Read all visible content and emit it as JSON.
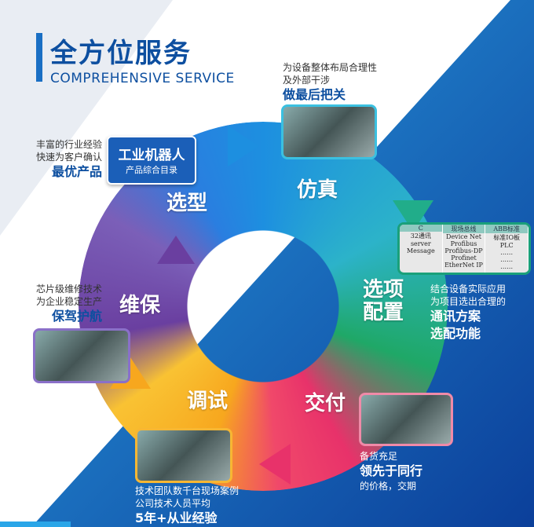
{
  "header": {
    "title": "全方位服务",
    "subtitle": "COMPREHENSIVE SERVICE"
  },
  "cycle": [
    {
      "label": "选型",
      "color": "#1d8fe0"
    },
    {
      "label": "仿真",
      "color": "#2cb3c9"
    },
    {
      "label": "选项\n配置",
      "color": "#1fa867"
    },
    {
      "label": "交付",
      "color": "#e8326a"
    },
    {
      "label": "调试",
      "color": "#f7a71e"
    },
    {
      "label": "维保",
      "color": "#6a3fa0"
    }
  ],
  "selection": {
    "line1": "丰富的行业经验",
    "line2": "快速为客户确认",
    "highlight": "最优产品",
    "catalog_title": "工业机器人",
    "catalog_sub": "产品综合目录"
  },
  "simulation": {
    "line1": "为设备整体布局合理性",
    "line2": "及外部干涉",
    "highlight": "做最后把关"
  },
  "config": {
    "line1": "结合设备实际应用",
    "line2": "为项目选出合理的",
    "highlight1": "通讯方案",
    "highlight2": "选配功能",
    "table": {
      "columns": [
        {
          "header": "C",
          "rows": [
            "32通讯",
            "server",
            "Message"
          ]
        },
        {
          "header": "现场总线",
          "rows": [
            "Device Net",
            "Profibus",
            "Profibus-DP",
            "Profinet",
            "EtherNet IP"
          ]
        },
        {
          "header": "ABB标准",
          "rows": [
            "标准IO板",
            "PLC",
            "……",
            "……",
            "……"
          ]
        }
      ]
    }
  },
  "delivery": {
    "line1": "备货充足",
    "highlight": "领先于同行",
    "line2": "的价格，交期"
  },
  "debug": {
    "line1": "技术团队数千台现场案例",
    "line2": "公司技术人员平均",
    "highlight": "5年+从业经验"
  },
  "maintenance": {
    "line1": "芯片级维修技术",
    "line2": "为企业稳定生产",
    "highlight": "保驾护航"
  },
  "colors": {
    "brand": "#0d4fa0",
    "background_blue": "#1565c0"
  }
}
